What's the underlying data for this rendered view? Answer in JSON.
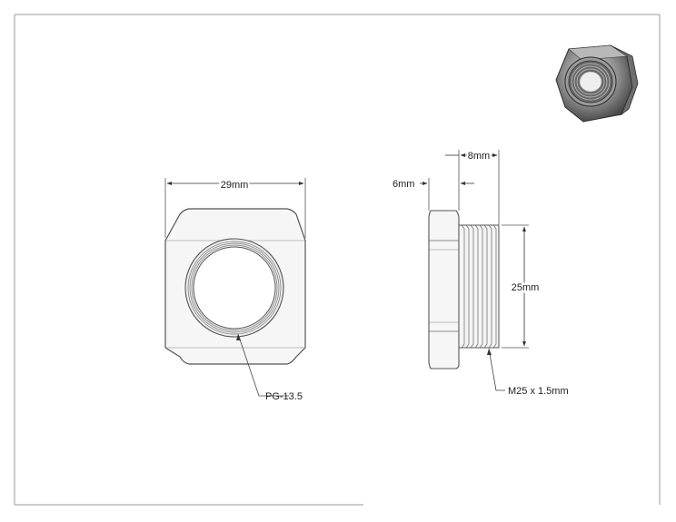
{
  "drawing": {
    "front_view": {
      "width_label": "29mm",
      "thread_callout": "PG-13.5"
    },
    "side_view": {
      "overall_length_label": "8mm",
      "hex_thickness_label": "6mm",
      "thread_diameter_label": "25mm",
      "thread_callout": "M25 x 1.5mm"
    },
    "iso_view": {
      "icon": "hex-reducer-bushing-icon"
    }
  },
  "colors": {
    "line": "#555555",
    "fill": "#f4f4f4",
    "text": "#222222",
    "border": "#9a9a9a"
  }
}
